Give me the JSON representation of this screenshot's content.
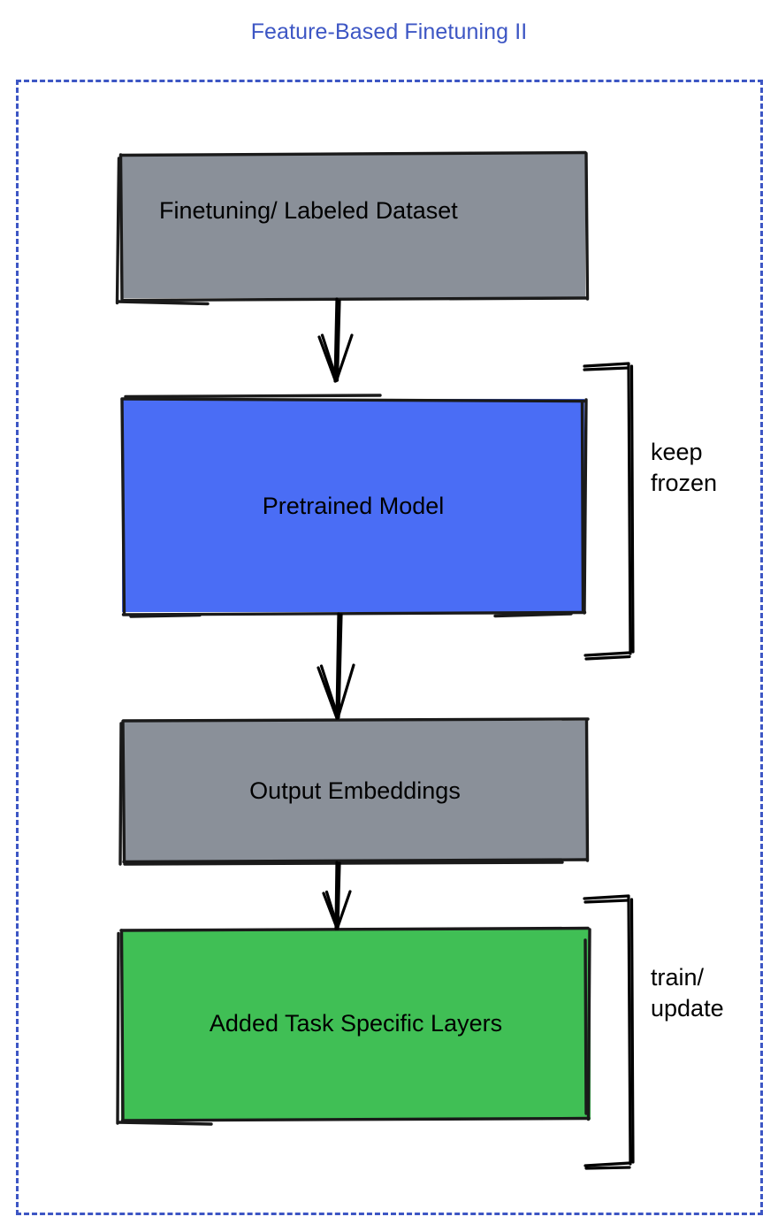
{
  "diagram": {
    "title": "Feature-Based Finetuning II",
    "title_color": "#3D56C4",
    "frame_color": "#3D56C4",
    "frame_style": "dashed",
    "background": "#ffffff"
  },
  "nodes": [
    {
      "id": "dataset",
      "label": "Finetuning/ Labeled Dataset",
      "fill": "#8A9099",
      "stroke": "#000000"
    },
    {
      "id": "pretrained",
      "label": "Pretrained Model",
      "fill": "#4A6DF5",
      "stroke": "#000000"
    },
    {
      "id": "embeddings",
      "label": "Output Embeddings",
      "fill": "#8A9099",
      "stroke": "#000000"
    },
    {
      "id": "tasklayers",
      "label": "Added Task Specific Layers",
      "fill": "#40BF55",
      "stroke": "#000000"
    }
  ],
  "edges": [
    {
      "from": "dataset",
      "to": "pretrained",
      "style": "arrow"
    },
    {
      "from": "pretrained",
      "to": "embeddings",
      "style": "arrow"
    },
    {
      "from": "embeddings",
      "to": "tasklayers",
      "style": "arrow"
    }
  ],
  "annotations": [
    {
      "id": "keep-frozen",
      "label": "keep\nfrozen",
      "targets": [
        "pretrained"
      ],
      "bracket": "square-right"
    },
    {
      "id": "train-update",
      "label": "train/\nupdate",
      "targets": [
        "tasklayers"
      ],
      "bracket": "square-right"
    }
  ]
}
